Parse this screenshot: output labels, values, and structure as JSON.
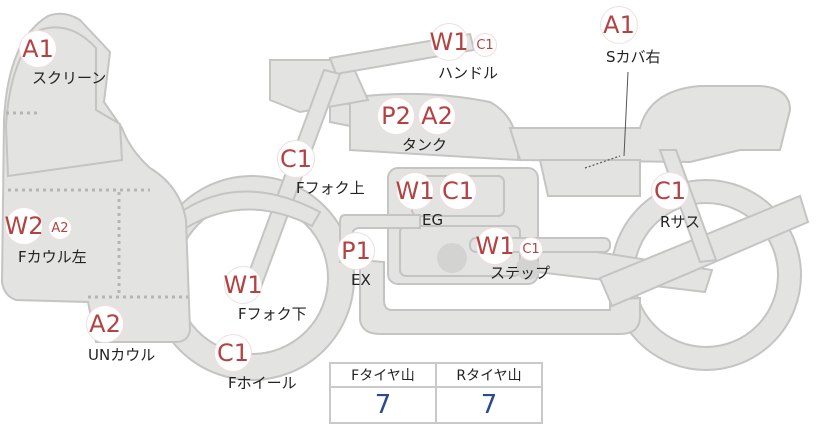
{
  "parts": {
    "screen": {
      "badges": [
        "A1"
      ],
      "label": "スクリーン"
    },
    "handle": {
      "badges": [
        "W1",
        "C1"
      ],
      "label": "ハンドル"
    },
    "seat_cover_right": {
      "badges": [
        "A1"
      ],
      "label": "Sカバ右"
    },
    "tank": {
      "badges": [
        "P2",
        "A2"
      ],
      "label": "タンク"
    },
    "front_fork_upper": {
      "badges": [
        "C1"
      ],
      "label": "Fフォク上"
    },
    "engine": {
      "badges": [
        "W1",
        "C1"
      ],
      "label": "EG"
    },
    "rear_suspension": {
      "badges": [
        "C1"
      ],
      "label": "Rサス"
    },
    "front_cowl_left": {
      "badges": [
        "W2",
        "A2"
      ],
      "label": "Fカウル左"
    },
    "exhaust": {
      "badges": [
        "P1"
      ],
      "label": "EX"
    },
    "step": {
      "badges": [
        "W1",
        "C1"
      ],
      "label": "ステップ"
    },
    "front_fork_lower": {
      "badges": [
        "W1"
      ],
      "label": "Fフォク下"
    },
    "under_cowl": {
      "badges": [
        "A2"
      ],
      "label": "UNカウル"
    },
    "front_wheel": {
      "badges": [
        "C1"
      ],
      "label": "Fホイール"
    }
  },
  "tire_table": {
    "headers": [
      "Fタイヤ山",
      "Rタイヤ山"
    ],
    "values": [
      "7",
      "7"
    ]
  },
  "colors": {
    "badge_text": "#b54242",
    "tire_value": "#2d4a8f",
    "body_fill": "#e3e3e1"
  }
}
